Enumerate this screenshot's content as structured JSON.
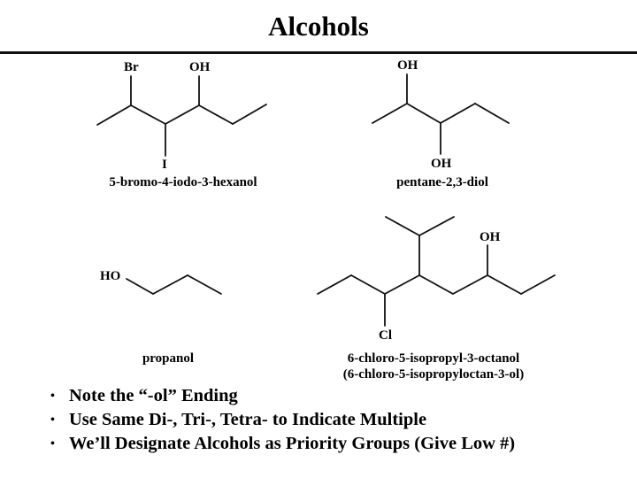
{
  "slide": {
    "title": "Alcohols"
  },
  "molecules": [
    {
      "name": "5-bromo-4-iodo-3-hexanol",
      "atoms": {
        "br": "Br",
        "oh": "OH",
        "i": "I"
      }
    },
    {
      "name": "pentane-2,3-diol",
      "atoms": {
        "oh_top": "OH",
        "oh_bottom": "OH"
      }
    },
    {
      "name": "propanol",
      "atoms": {
        "ho": "HO"
      }
    },
    {
      "name": "6-chloro-5-isopropyl-3-octanol",
      "alt_name": "(6-chloro-5-isopropyloctan-3-ol)",
      "atoms": {
        "oh": "OH",
        "cl": "Cl"
      }
    }
  ],
  "bullets": [
    {
      "marker": "•",
      "text": "Note the “-ol” Ending"
    },
    {
      "marker": "•",
      "text": "Use Same Di-, Tri-, Tetra- to Indicate Multiple"
    },
    {
      "marker": "•",
      "text": "We’ll Designate Alcohols as Priority Groups (Give Low #)"
    }
  ],
  "colors": {
    "text": "#000000",
    "background": "#ffffff",
    "rule": "#111111"
  }
}
